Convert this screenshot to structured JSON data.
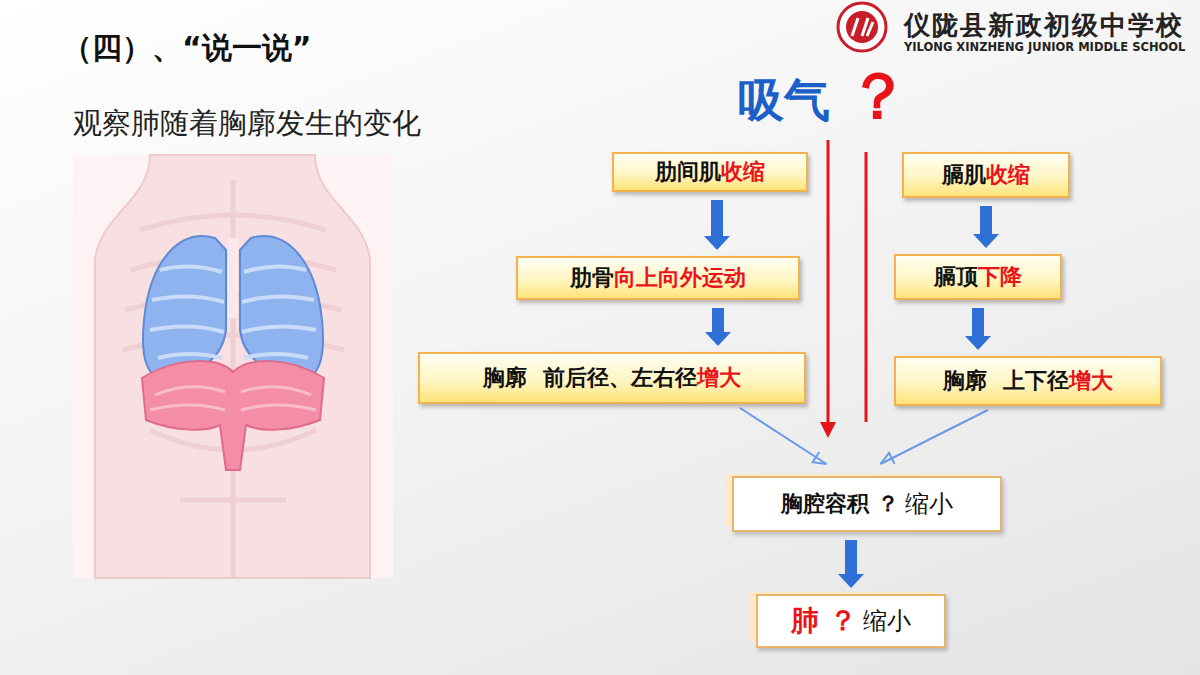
{
  "diagram": {
    "title": "（四）、“说一说”",
    "nodes": [
      {
        "text": [
          "肋间肌",
          "收缩"
        ]
      },
      {
        "text": [
          "肋骨",
          "向上向外运动"
        ]
      },
      {
        "text": [
          "胸廓  前后径、左右径",
          "增大"
        ]
      },
      {
        "text": [
          "膈肌",
          "收缩"
        ]
      },
      {
        "text": [
          "膈顶",
          "下降"
        ]
      },
      {
        "text": [
          "胸廓  上下径",
          "增大"
        ]
      },
      {
        "text": [
          "胸腔容积 ？",
          "缩小"
        ]
      },
      {
        "text": [
          "肺 ？",
          "缩小"
        ]
      }
    ],
    "edges": [
      {
        "from": 0,
        "to": 1,
        "arrow": "to"
      },
      {
        "from": 1,
        "to": 2,
        "arrow": "to"
      },
      {
        "from": 3,
        "to": 4,
        "arrow": "to"
      },
      {
        "from": 4,
        "to": 5,
        "arrow": "to"
      },
      {
        "from": 2,
        "to": 6,
        "arrow": "to"
      },
      {
        "from": 5,
        "to": 6,
        "arrow": "to"
      },
      {
        "from": 6,
        "to": 7,
        "arrow": "to"
      }
    ],
    "labels": [
      "观察肺随着胸廓发生的变化",
      "吸气",
      "？",
      "仪陇县新政初级中学校",
      "YILONG XINZHENG JUNIOR MIDDLE SCHOOL"
    ]
  }
}
